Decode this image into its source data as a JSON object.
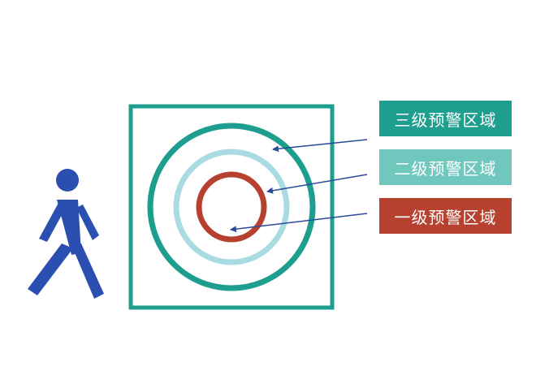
{
  "colors": {
    "frame": "#1e9e8e",
    "zone3": "#1e9e8e",
    "zone2": "#a9dbe3",
    "zone1": "#b7412f",
    "arrow": "#2a4a9a",
    "walker": "#2a4fb0",
    "label3_bg": "#1e9e8e",
    "label2_bg": "#6fc7bd",
    "label1_bg": "#b7412f"
  },
  "icons": {
    "walker": "person-walking-icon"
  },
  "zones": [
    {
      "id": "level3",
      "label": "三级预警区域"
    },
    {
      "id": "level2",
      "label": "二级预警区域"
    },
    {
      "id": "level1",
      "label": "一级预警区域"
    }
  ]
}
